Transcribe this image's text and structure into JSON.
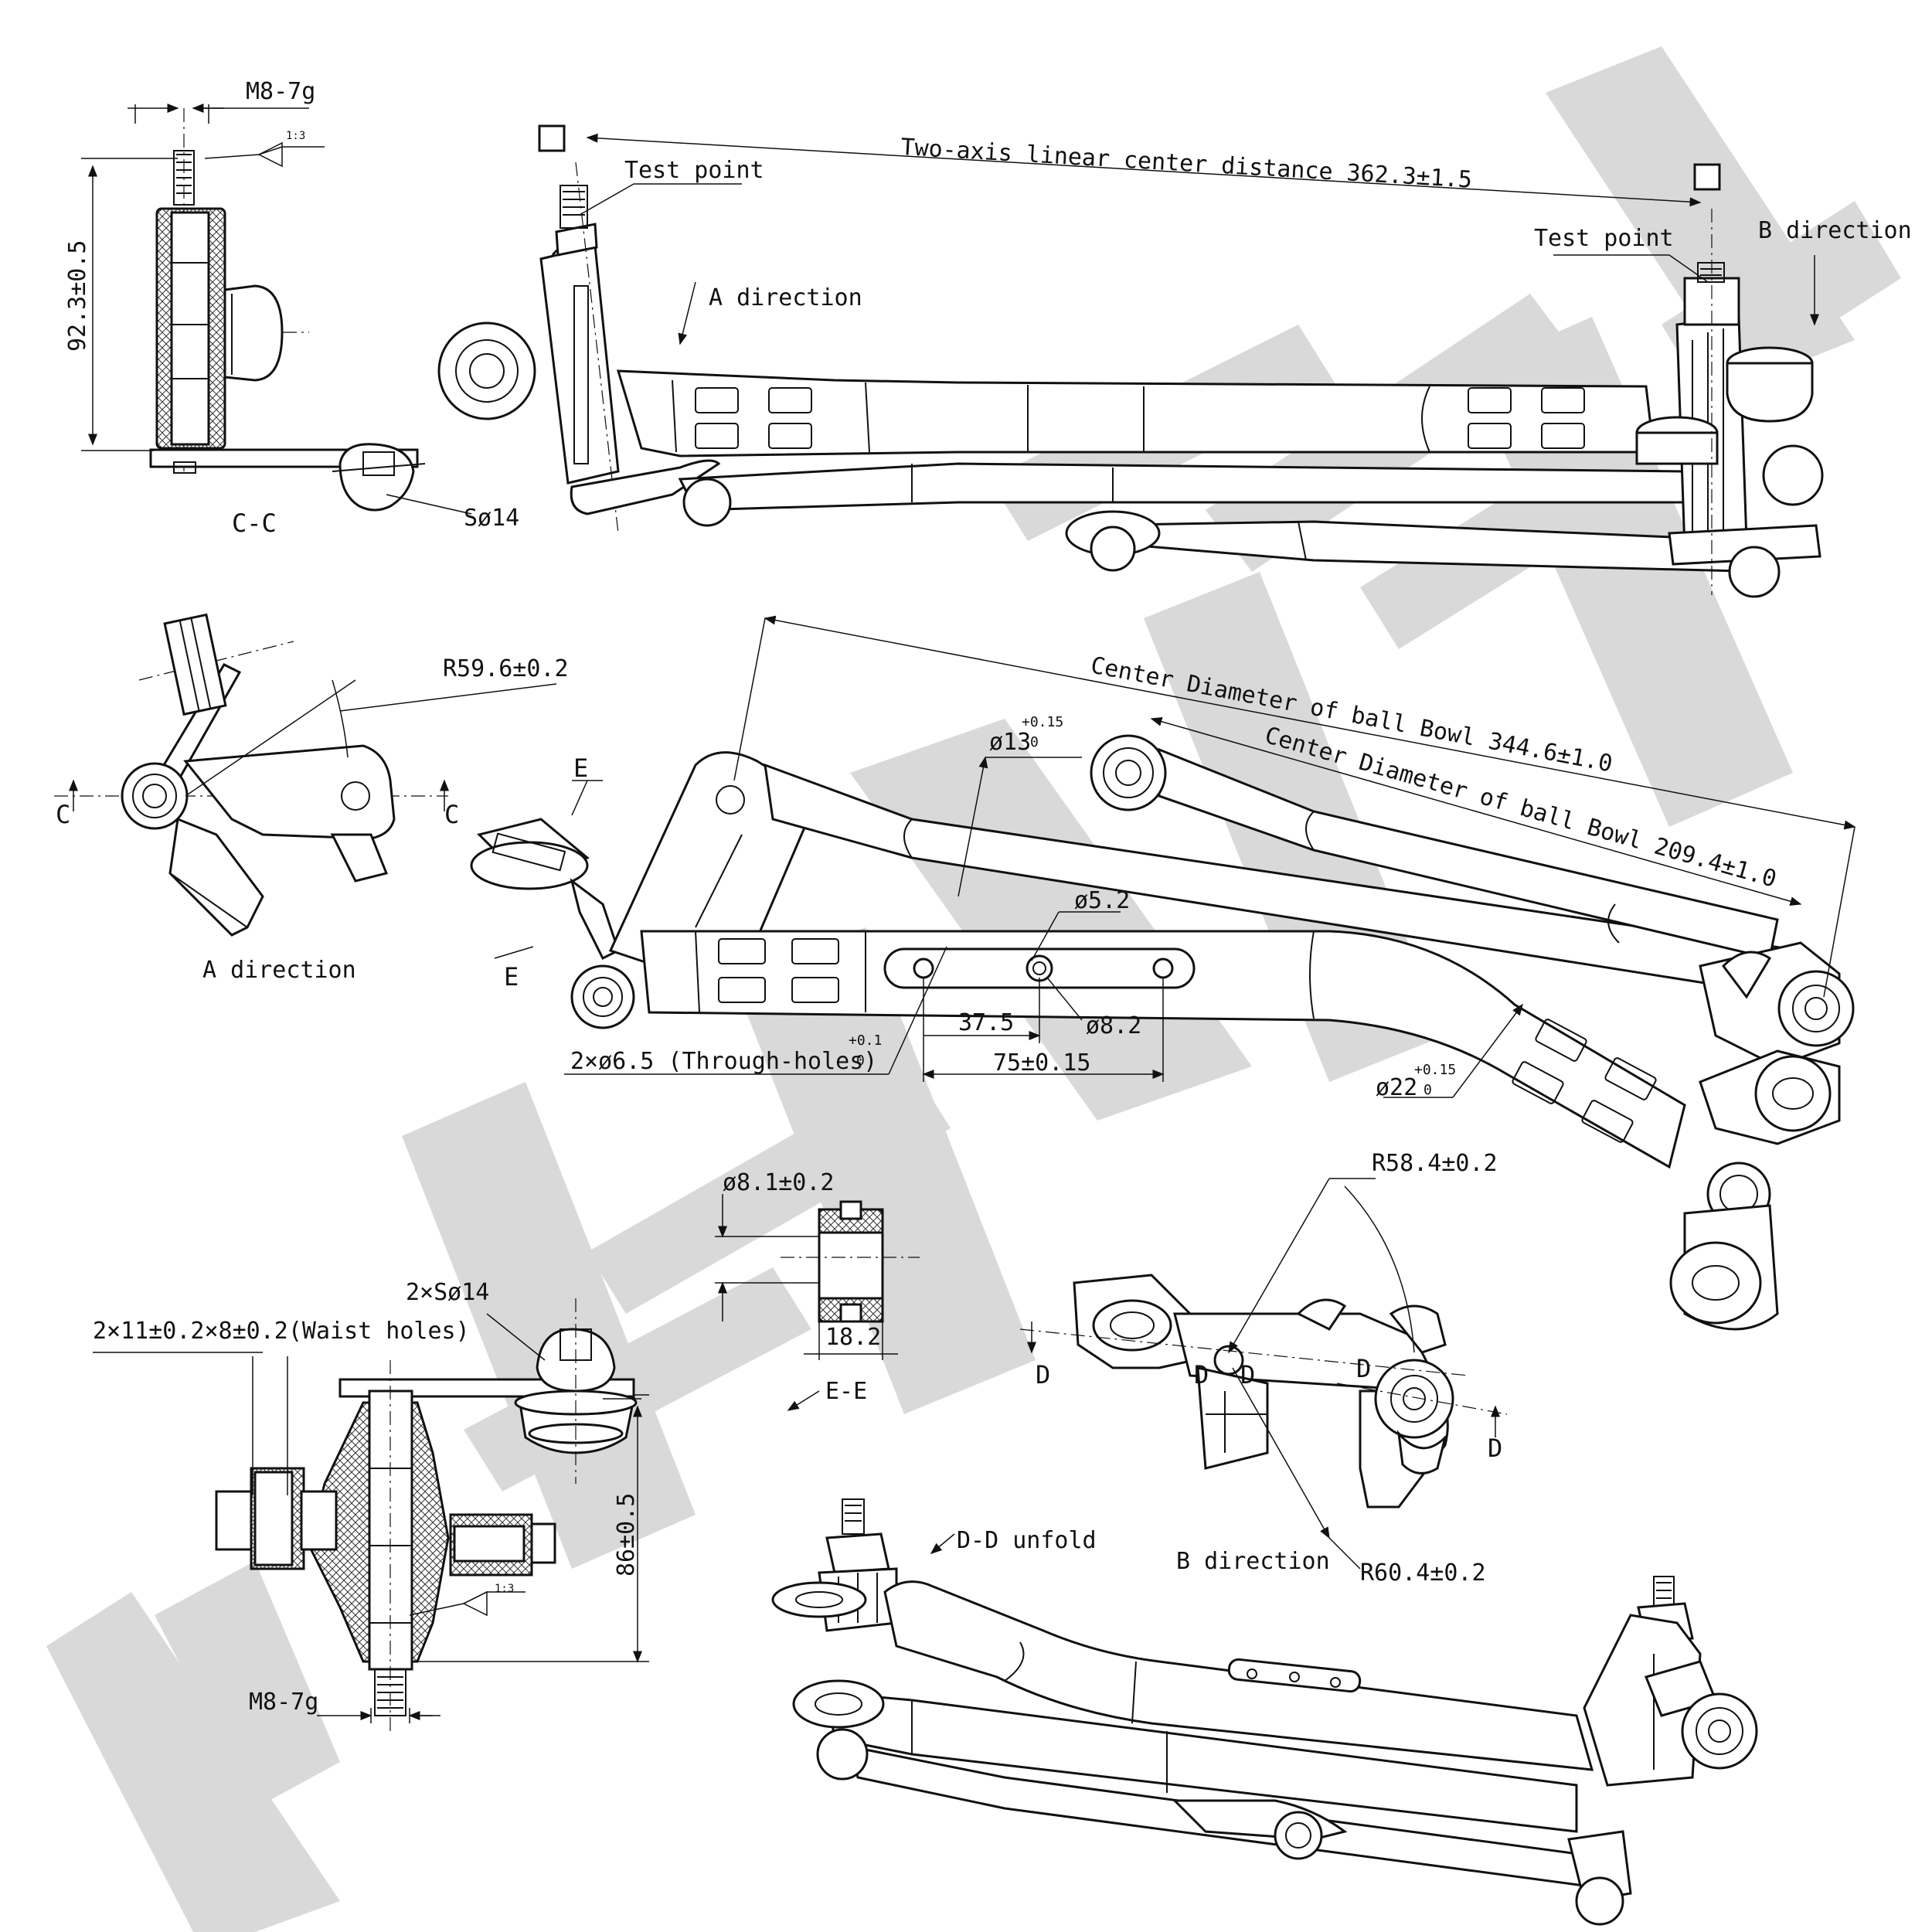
{
  "watermark": "XENITEK",
  "colors": {
    "ink": "#111111",
    "watermark": "#d9d9d9",
    "background": "#ffffff"
  },
  "labels": {
    "section_cc": "C-C",
    "section_ee": "E-E",
    "a_direction": "A direction",
    "b_direction": "B direction",
    "dd_unfold": "D-D unfold",
    "test_point": "Test point",
    "mark_c": "C",
    "mark_d": "D",
    "mark_e": "E",
    "taper": "1:3"
  },
  "dimensions": {
    "thread_top": "M8-7g",
    "thread_bottom": "M8-7g",
    "height_cc": "92.3±0.5",
    "sphere_cc": "Sø14",
    "center_distance": "Two-axis linear center distance 362.3±1.5",
    "r59": "R59.6±0.2",
    "bowl_344": "Center Diameter of ball Bowl 344.6±1.0",
    "bowl_209": "Center Diameter of ball Bowl 209.4±1.0",
    "d13": "ø13",
    "d13_tol_upper": "+0.15",
    "d13_tol_lower": "0",
    "d5_2": "ø5.2",
    "d8_2": "ø8.2",
    "dim_37_5": "37.5",
    "dim_75": "75±0.15",
    "through_holes": "2×ø6.5 (Through-holes)",
    "through_tol_upper": "+0.1",
    "through_tol_lower": "0",
    "d22": "ø22",
    "d22_tol_upper": "+0.15",
    "d22_tol_lower": "0",
    "d8_1": "ø8.1±0.2",
    "dim_18_2": "18.2",
    "sphere_2x": "2×Sø14",
    "waist_holes": "2×11±0.2×8±0.2(Waist holes)",
    "height_86": "86±0.5",
    "r58": "R58.4±0.2",
    "r60": "R60.4±0.2"
  },
  "icons": [
    "arrowhead-icon",
    "square-tag-icon"
  ]
}
